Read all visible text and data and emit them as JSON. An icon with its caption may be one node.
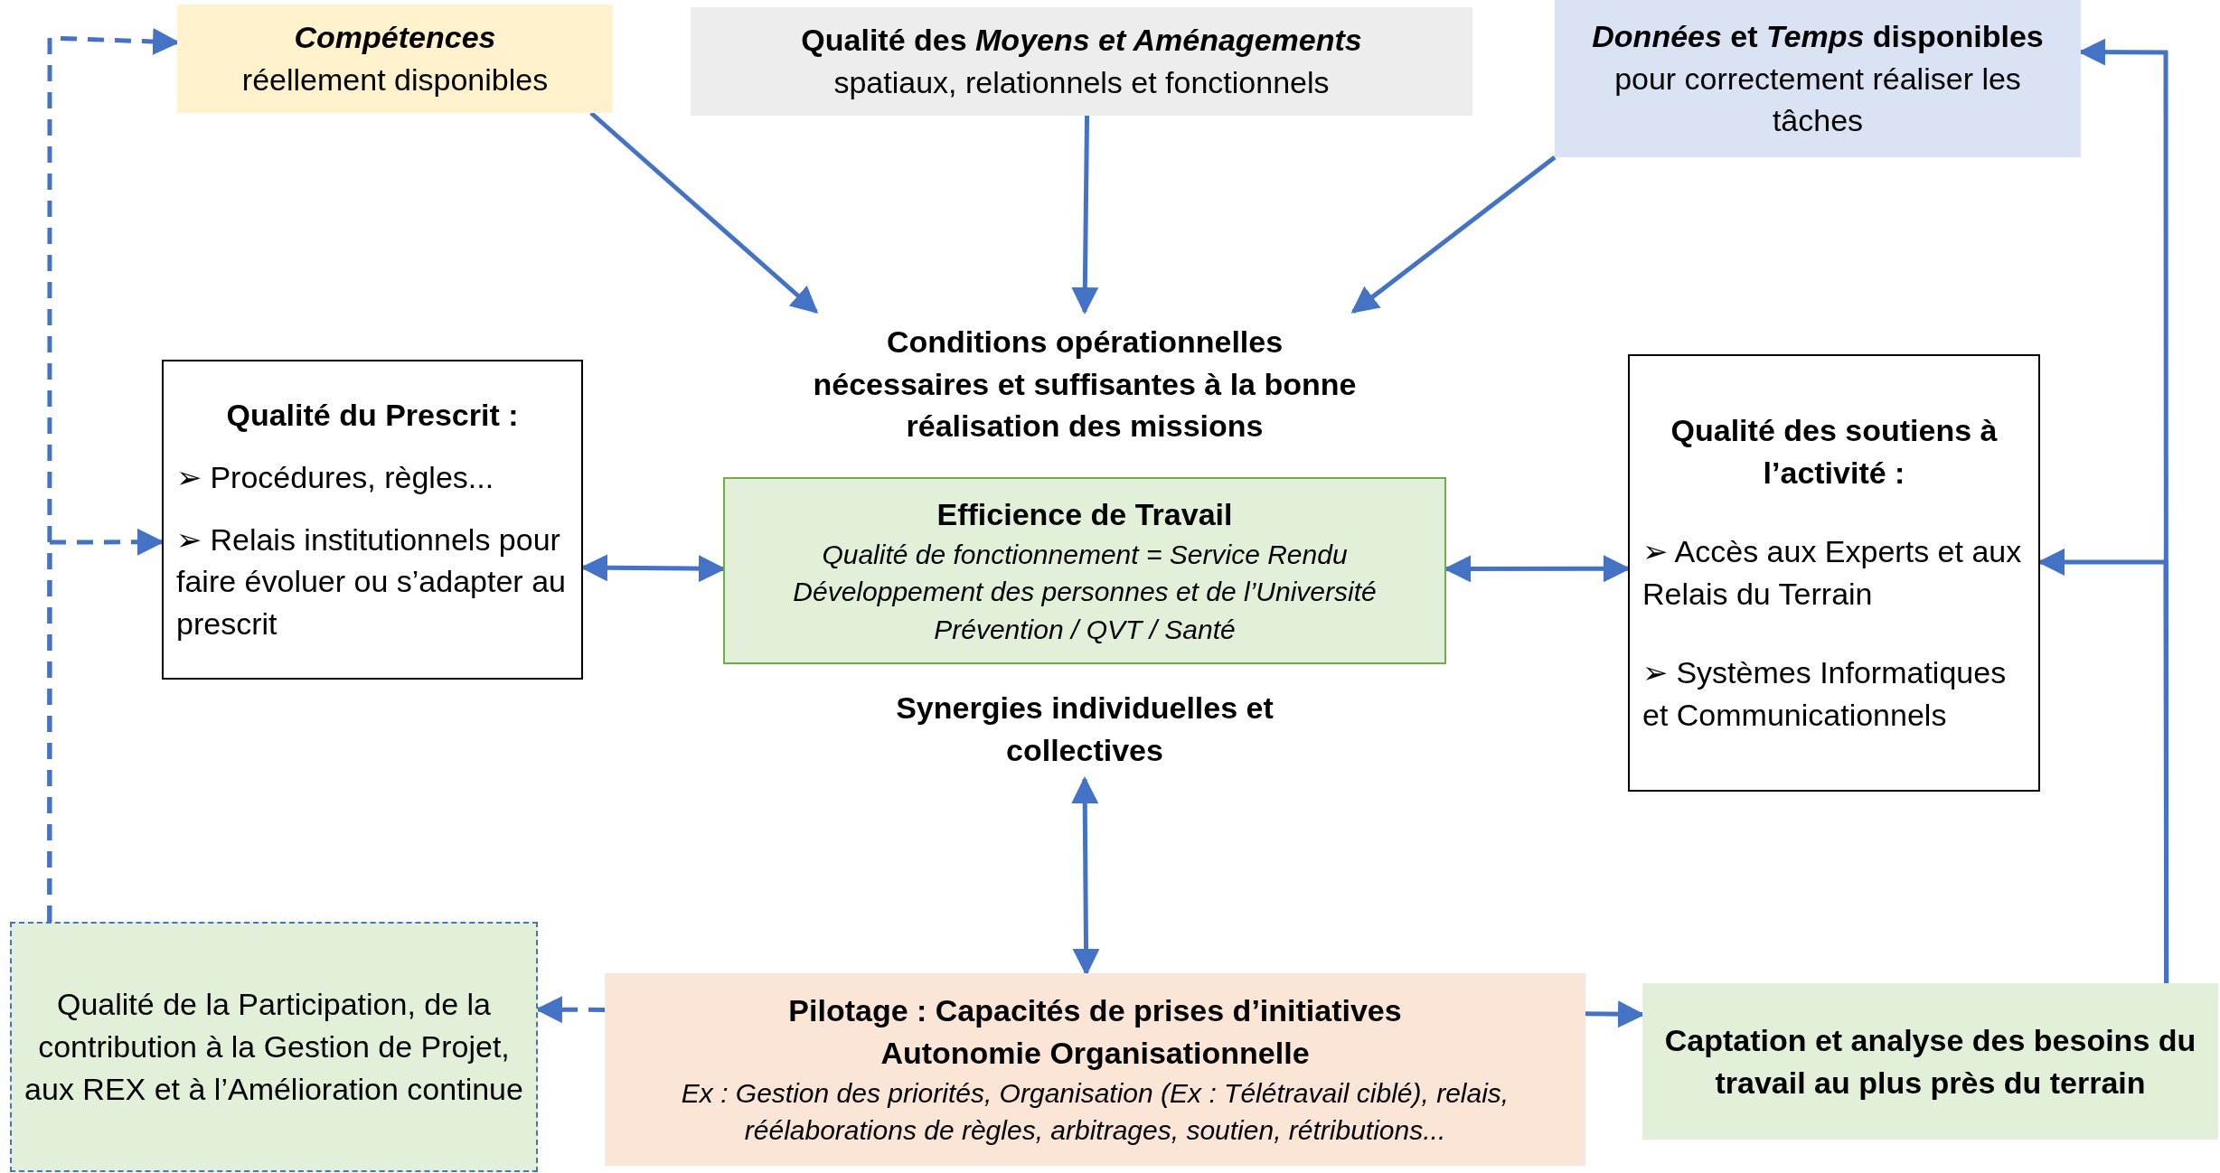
{
  "diagram": {
    "nodes": [
      {
        "text": [
          "Compétences",
          "réellement disponibles"
        ]
      },
      {
        "text": [
          "Qualité des *Moyens et Aménagements*",
          "spatiaux, relationnels et fonctionnels"
        ]
      },
      {
        "text": [
          "*Données* et *Temps* disponibles",
          "pour correctement réaliser les tâches"
        ]
      },
      {
        "text": [
          "Conditions opérationnelles nécessaires et suffisantes à la bonne réalisation des missions"
        ]
      },
      {
        "text": [
          "Qualité du Prescrit :",
          "➢ Procédures, règles...",
          "➢ Relais institutionnels pour faire évoluer ou s’adapter au prescrit"
        ]
      },
      {
        "text": [
          "Efficience de Travail",
          "Qualité de fonctionnement = Service Rendu",
          "Développement des personnes et de l’Université",
          "Prévention / QVT / Santé"
        ]
      },
      {
        "text": [
          "Qualité des soutiens à l’activité :",
          "➢ Accès aux Experts et aux Relais du Terrain",
          "➢ Systèmes Informatiques et Communicationnels"
        ]
      },
      {
        "text": [
          "Synergies individuelles et collectives"
        ]
      },
      {
        "text": [
          "Qualité de la Participation, de la contribution à la Gestion de Projet, aux REX et à l’Amélioration continue"
        ]
      },
      {
        "text": [
          "Pilotage : Capacités de prises d’initiatives",
          "Autonomie Organisationnelle",
          "Ex : Gestion des priorités, Organisation (Ex : Télétravail ciblé), relais, réélaborations de règles, arbitrages, soutien, rétributions..."
        ]
      },
      {
        "text": [
          "Captation et analyse des besoins du travail au plus près du terrain"
        ]
      }
    ],
    "edges": [
      {
        "from": 0,
        "to": 3,
        "arrow": "to"
      },
      {
        "from": 1,
        "to": 3,
        "arrow": "to"
      },
      {
        "from": 2,
        "to": 3,
        "arrow": "to"
      },
      {
        "from": 4,
        "to": 5,
        "arrow": "both"
      },
      {
        "from": 5,
        "to": 6,
        "arrow": "both"
      },
      {
        "from": 7,
        "to": 9,
        "arrow": "both"
      },
      {
        "from": 9,
        "to": 8,
        "arrow": "to",
        "style": "dashed"
      },
      {
        "from": 9,
        "to": 10,
        "arrow": "to"
      },
      {
        "from": 10,
        "to": 2,
        "arrow": "to"
      },
      {
        "from": 10,
        "to": 6,
        "arrow": "to"
      },
      {
        "from": 8,
        "to": 0,
        "arrow": "to",
        "style": "dashed"
      },
      {
        "from": 8,
        "to": 4,
        "arrow": "to",
        "style": "dashed"
      }
    ]
  }
}
